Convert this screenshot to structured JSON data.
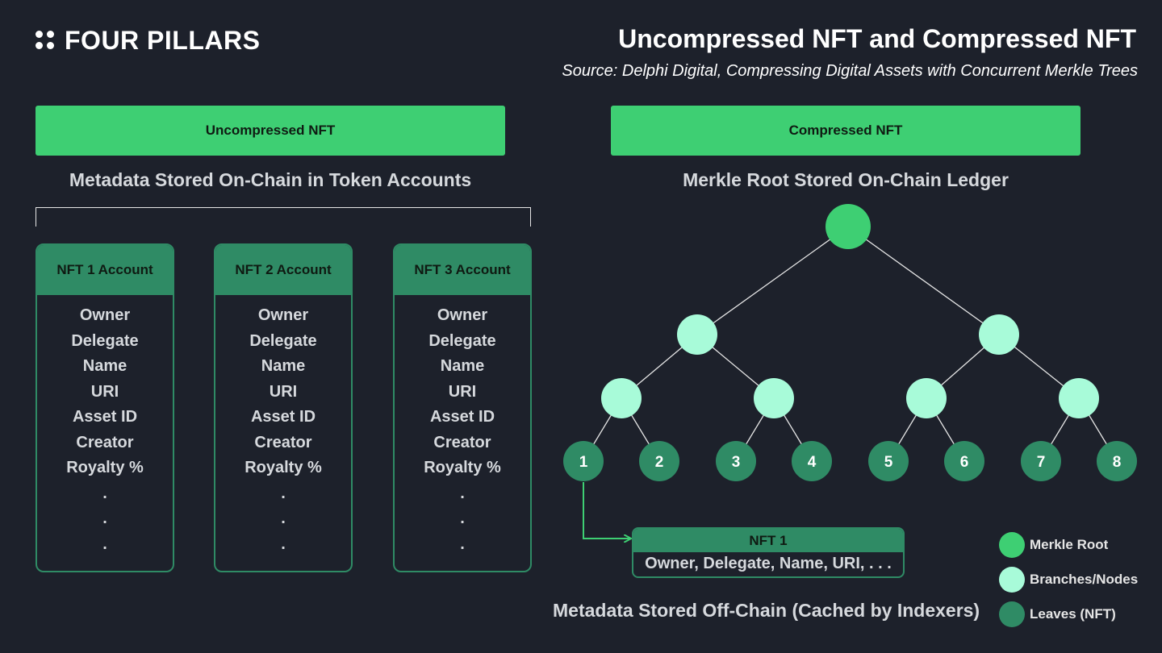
{
  "brand": {
    "name": "FOUR PILLARS"
  },
  "header": {
    "title": "Uncompressed NFT and Compressed NFT",
    "source": "Source: Delphi Digital, Compressing Digital Assets with Concurrent Merkle Trees"
  },
  "left": {
    "banner": "Uncompressed NFT",
    "subtitle": "Metadata Stored On-Chain in Token Accounts",
    "accounts": [
      {
        "title": "NFT 1 Account",
        "fields": [
          "Owner",
          "Delegate",
          "Name",
          "URI",
          "Asset ID",
          "Creator",
          "Royalty %",
          ".",
          ".",
          "."
        ]
      },
      {
        "title": "NFT 2 Account",
        "fields": [
          "Owner",
          "Delegate",
          "Name",
          "URI",
          "Asset ID",
          "Creator",
          "Royalty %",
          ".",
          ".",
          "."
        ]
      },
      {
        "title": "NFT 3 Account",
        "fields": [
          "Owner",
          "Delegate",
          "Name",
          "URI",
          "Asset ID",
          "Creator",
          "Royalty %",
          ".",
          ".",
          "."
        ]
      }
    ]
  },
  "right": {
    "banner": "Compressed NFT",
    "subtitle": "Merkle Root Stored On-Chain Ledger",
    "leaves": [
      "1",
      "2",
      "3",
      "4",
      "5",
      "6",
      "7",
      "8"
    ],
    "nft_card": {
      "title": "NFT 1",
      "body": "Owner, Delegate, Name, URI, . . ."
    },
    "offchain_label": "Metadata Stored Off-Chain (Cached by Indexers)",
    "legend": [
      {
        "label": "Merkle Root",
        "color": "#3ecf73"
      },
      {
        "label": "Branches/Nodes",
        "color": "#a8fbd9"
      },
      {
        "label": "Leaves (NFT)",
        "color": "#2f8b65"
      }
    ]
  },
  "colors": {
    "background": "#1d212b",
    "root": "#3ecf73",
    "node": "#a8fbd9",
    "leaf": "#2f8b65",
    "accent": "#3ecf73"
  }
}
